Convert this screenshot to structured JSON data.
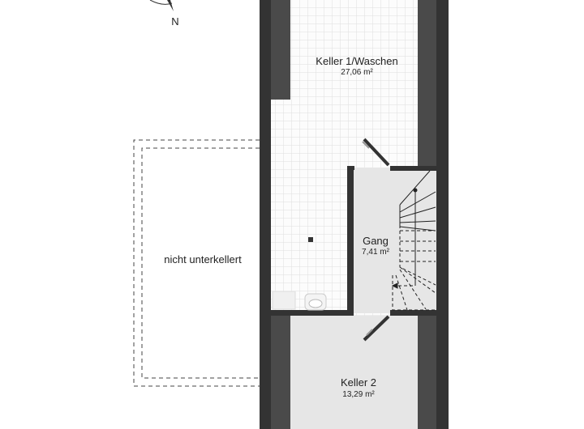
{
  "compass": {
    "label": "N"
  },
  "rooms": [
    {
      "name": "Keller 1/Waschen",
      "area": "27,06 m²"
    },
    {
      "name": "Gang",
      "area": "7,41 m²"
    },
    {
      "name": "Keller 2",
      "area": "13,29 m²"
    }
  ],
  "outside": {
    "label": "nicht unterkellert"
  },
  "colors": {
    "wall": "#333333",
    "wall_strip": "#4a4a4a",
    "floor_gray": "#e6e6e6",
    "tile_line": "#e2e2e2"
  }
}
